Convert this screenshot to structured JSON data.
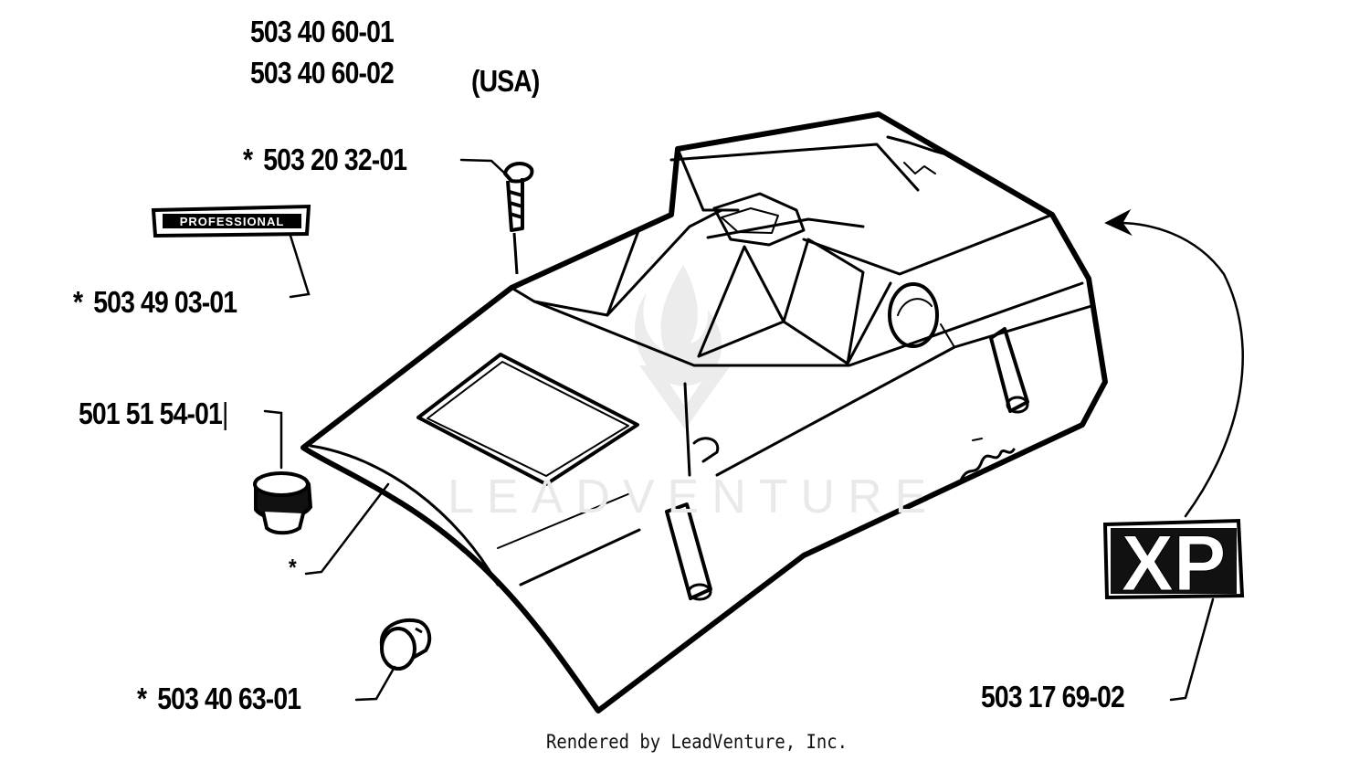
{
  "header": {
    "assembly_number_1": "503 40 60-01",
    "assembly_number_2": "503 40 60-02",
    "market_tag": "(USA)"
  },
  "part_labels": {
    "screw": {
      "star": "*",
      "number": "503 20 32-01"
    },
    "professional_decal": {
      "star": "*",
      "number": "503 49 03-01",
      "decal_text": "PROFESSIONAL"
    },
    "plug": {
      "number": "501 51 54-01"
    },
    "cover": {
      "star": "*"
    },
    "grommet": {
      "star": "*",
      "number": "503 40 63-01"
    },
    "xp_decal": {
      "number": "503 17 69-02",
      "decal_text": "XP"
    }
  },
  "watermark": {
    "text": "LEADVENTURE"
  },
  "footer": {
    "text": "Rendered by LeadVenture, Inc."
  }
}
